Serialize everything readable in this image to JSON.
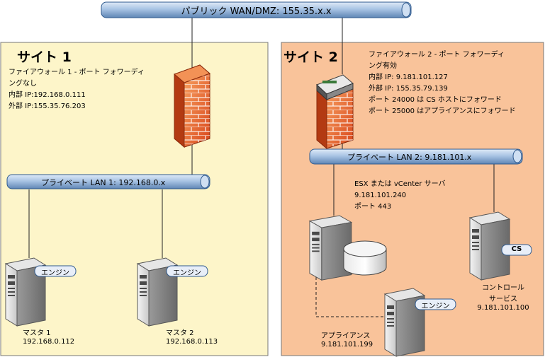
{
  "wan": {
    "label": "パブリック WAN/DMZ: 155.35.x.x"
  },
  "site1": {
    "title": "サイト 1",
    "firewall_lines": [
      "ファイアウォール 1 - ポート フォワーディ",
      "ングなし",
      "内部 IP:192.168.0.111",
      "外部 IP:155.35.76.203"
    ],
    "lan_label": "プライベート LAN 1: 192.168.0.x",
    "master1": {
      "badge": "エンジン",
      "name": "マスタ 1",
      "ip": "192.168.0.112"
    },
    "master2": {
      "badge": "エンジン",
      "name": "マスタ 2",
      "ip": "192.168.0.113"
    }
  },
  "site2": {
    "title": "サイト 2",
    "firewall_lines": [
      "ファイアウォール 2 - ポート フォワーディ",
      "ング有効",
      "内部 IP: 9.181.101.127",
      "外部 IP: 155.35.79.139",
      "ポート 24000 は CS ホストにフォワード",
      "ポート 25000 はアプライアンスにフォワード"
    ],
    "lan_label": "プライベート LAN 2: 9.181.101.x",
    "esx_lines": [
      "ESX または vCenter サーバ",
      "9.181.101.240",
      "ポート 443"
    ],
    "appliance": {
      "badge": "エンジン",
      "name": "アプライアンス",
      "ip": "9.181.101.199"
    },
    "control": {
      "badge": "CS",
      "line1": "コントロール",
      "line2": "サービス",
      "ip": "9.181.101.100"
    }
  },
  "colors": {
    "site1_fill": "#fdf5c9",
    "site2_fill": "#f9c39a",
    "pipe_blue": "#a9c4e4",
    "firewall_orange": "#e8632a"
  }
}
